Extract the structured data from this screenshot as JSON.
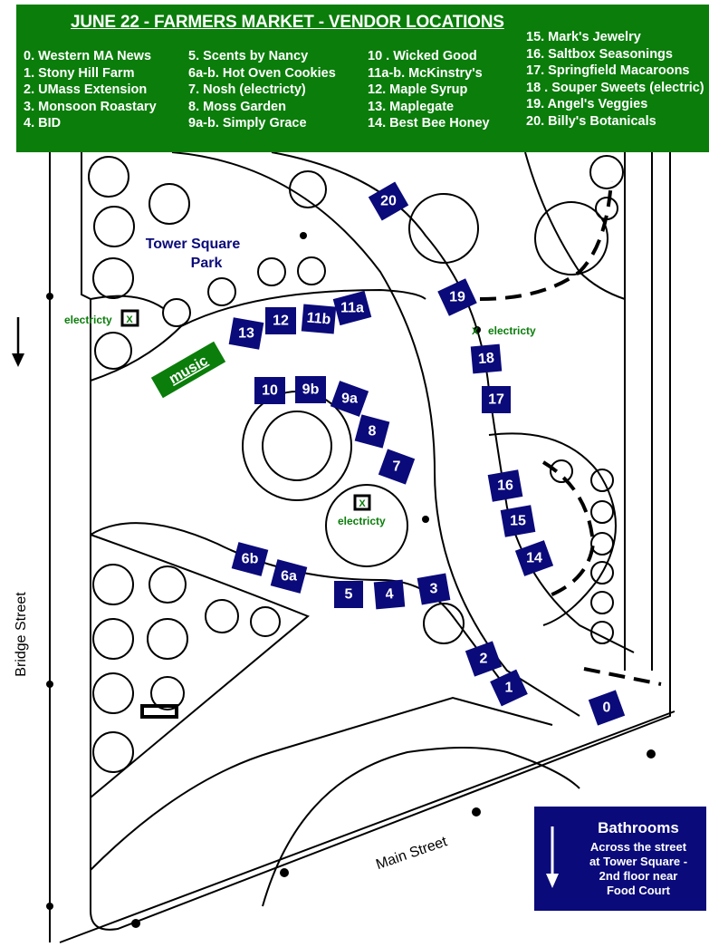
{
  "header": {
    "title": "JUNE 22  - FARMERS MARKET - VENDOR LOCATIONS",
    "columns": [
      [
        "0. Western MA News",
        "1.  Stony Hill Farm",
        "2.  UMass Extension",
        "3.  Monsoon Roastary",
        "4.  BID"
      ],
      [
        "5.  Scents by Nancy",
        "6a-b. Hot Oven Cookies",
        "7. Nosh (electricty)",
        "8.  Moss Garden",
        "9a-b. Simply Grace"
      ],
      [
        "10 . Wicked Good",
        "11a-b.  McKinstry's",
        "12.  Maple Syrup",
        "13.  Maplegate",
        "14.  Best Bee Honey"
      ],
      [
        "15.  Mark's Jewelry",
        "16.  Saltbox Seasonings",
        "17.  Springfield Macaroons",
        "18 . Souper Sweets (electric)",
        "19.  Angel's Veggies",
        "20.  Billy's Botanicals"
      ]
    ]
  },
  "map": {
    "park_name": "Tower Square",
    "park_name2": "Park",
    "music": "music",
    "electricity": "electricty",
    "outlet_mark": "X",
    "bridge_street": "Bridge Street",
    "main_street": "Main Street",
    "markers": {
      "m0": "0",
      "m1": "1",
      "m2": "2",
      "m3": "3",
      "m4": "4",
      "m5": "5",
      "m6a": "6a",
      "m6b": "6b",
      "m7": "7",
      "m8": "8",
      "m9a": "9a",
      "m9b": "9b",
      "m10": "10",
      "m11a": "11a",
      "m11b": "11b",
      "m12": "12",
      "m13": "13",
      "m14": "14",
      "m15": "15",
      "m16": "16",
      "m17": "17",
      "m18": "18",
      "m19": "19",
      "m20": "20"
    }
  },
  "bathrooms": {
    "title": "Bathrooms",
    "lines": [
      "Across the street",
      "at Tower Square -",
      "2nd floor near",
      "Food Court"
    ]
  },
  "colors": {
    "green": "#0a7d0a",
    "navy": "#0a0a7a"
  }
}
